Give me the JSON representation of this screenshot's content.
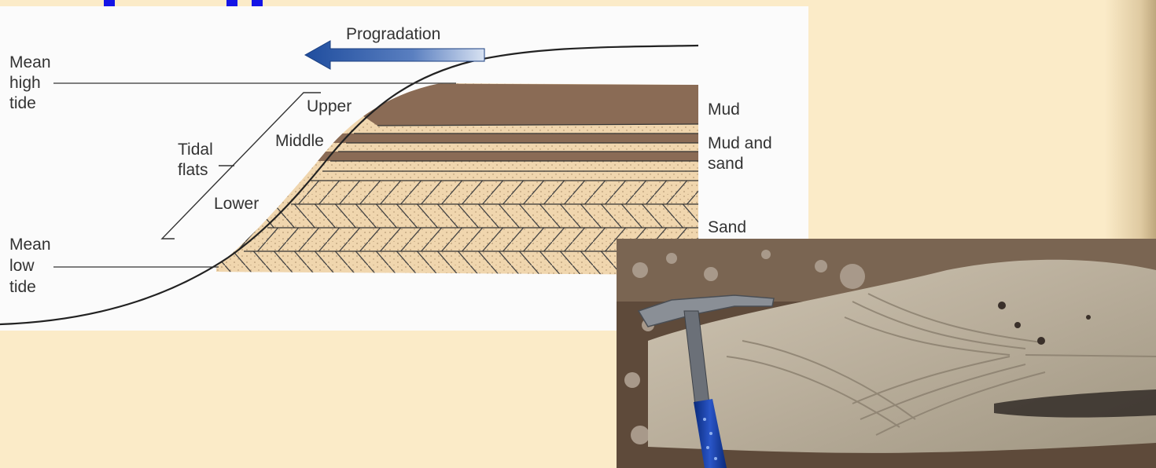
{
  "diagram": {
    "progradation_label": "Progradation",
    "tide_labels": {
      "mean_high": [
        "Mean",
        "high",
        "tide"
      ],
      "mean_low": [
        "Mean",
        "low",
        "tide"
      ]
    },
    "zone_labels": {
      "upper": "Upper",
      "middle": "Middle",
      "lower": "Lower",
      "tidal_flats": [
        "Tidal",
        "flats"
      ]
    },
    "sediment_labels": {
      "mud": "Mud",
      "mud_and_sand": [
        "Mud and",
        "sand"
      ],
      "sand": "Sand"
    },
    "colors": {
      "mud": "#8a6b55",
      "sand": "#f0d6ae",
      "arrow": "#2a56a8",
      "title_blue": "#1414e6"
    }
  },
  "photo": {
    "subject": "geologic-hammer-on-herringbone-cross-bedded-sandstone"
  }
}
